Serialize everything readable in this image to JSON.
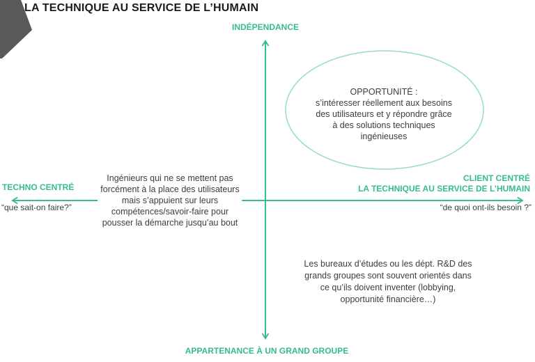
{
  "title": "LA TECHNIQUE AU SERVICE DE L’HUMAIN",
  "colors": {
    "axis_green": "#36bb8f",
    "ellipse_stroke": "#96dcc3",
    "body_text": "#3d3d3d",
    "title_text": "#1b1b1b",
    "corner_triangle": "#58595b"
  },
  "axes": {
    "top_label": "INDÉPENDANCE",
    "bottom_label": "APPARTENANCE À UN GRAND GROUPE",
    "left_label": "TECHNO CENTRÉ",
    "left_sublabel": "“que sait-on faire?”",
    "right_label_line1": "CLIENT CENTRÉ",
    "right_label_line2": "LA TECHNIQUE AU SERVICE DE L’HUMAIN",
    "right_sublabel": "“de quoi ont-ils besoin ?”"
  },
  "notes": {
    "opportunity": "OPPORTUNITÉ :\ns’intéresser réellement aux besoins\ndes utilisateurs et y répondre grâce\nà des solutions techniques\ningénieuses",
    "engineers": "Ingénieurs qui ne se mettent pas\nforcément à la place des utilisateurs\nmais s’appuient sur leurs\ncompétences/savoir-faire pour\npousser la démarche jusqu’au bout",
    "rd_departments": "Les bureaux d’études ou les dépt. R&D des\ngrands groupes sont souvent orientés dans\nce qu’ils doivent inventer (lobbying,\nopportunité financière…)"
  }
}
